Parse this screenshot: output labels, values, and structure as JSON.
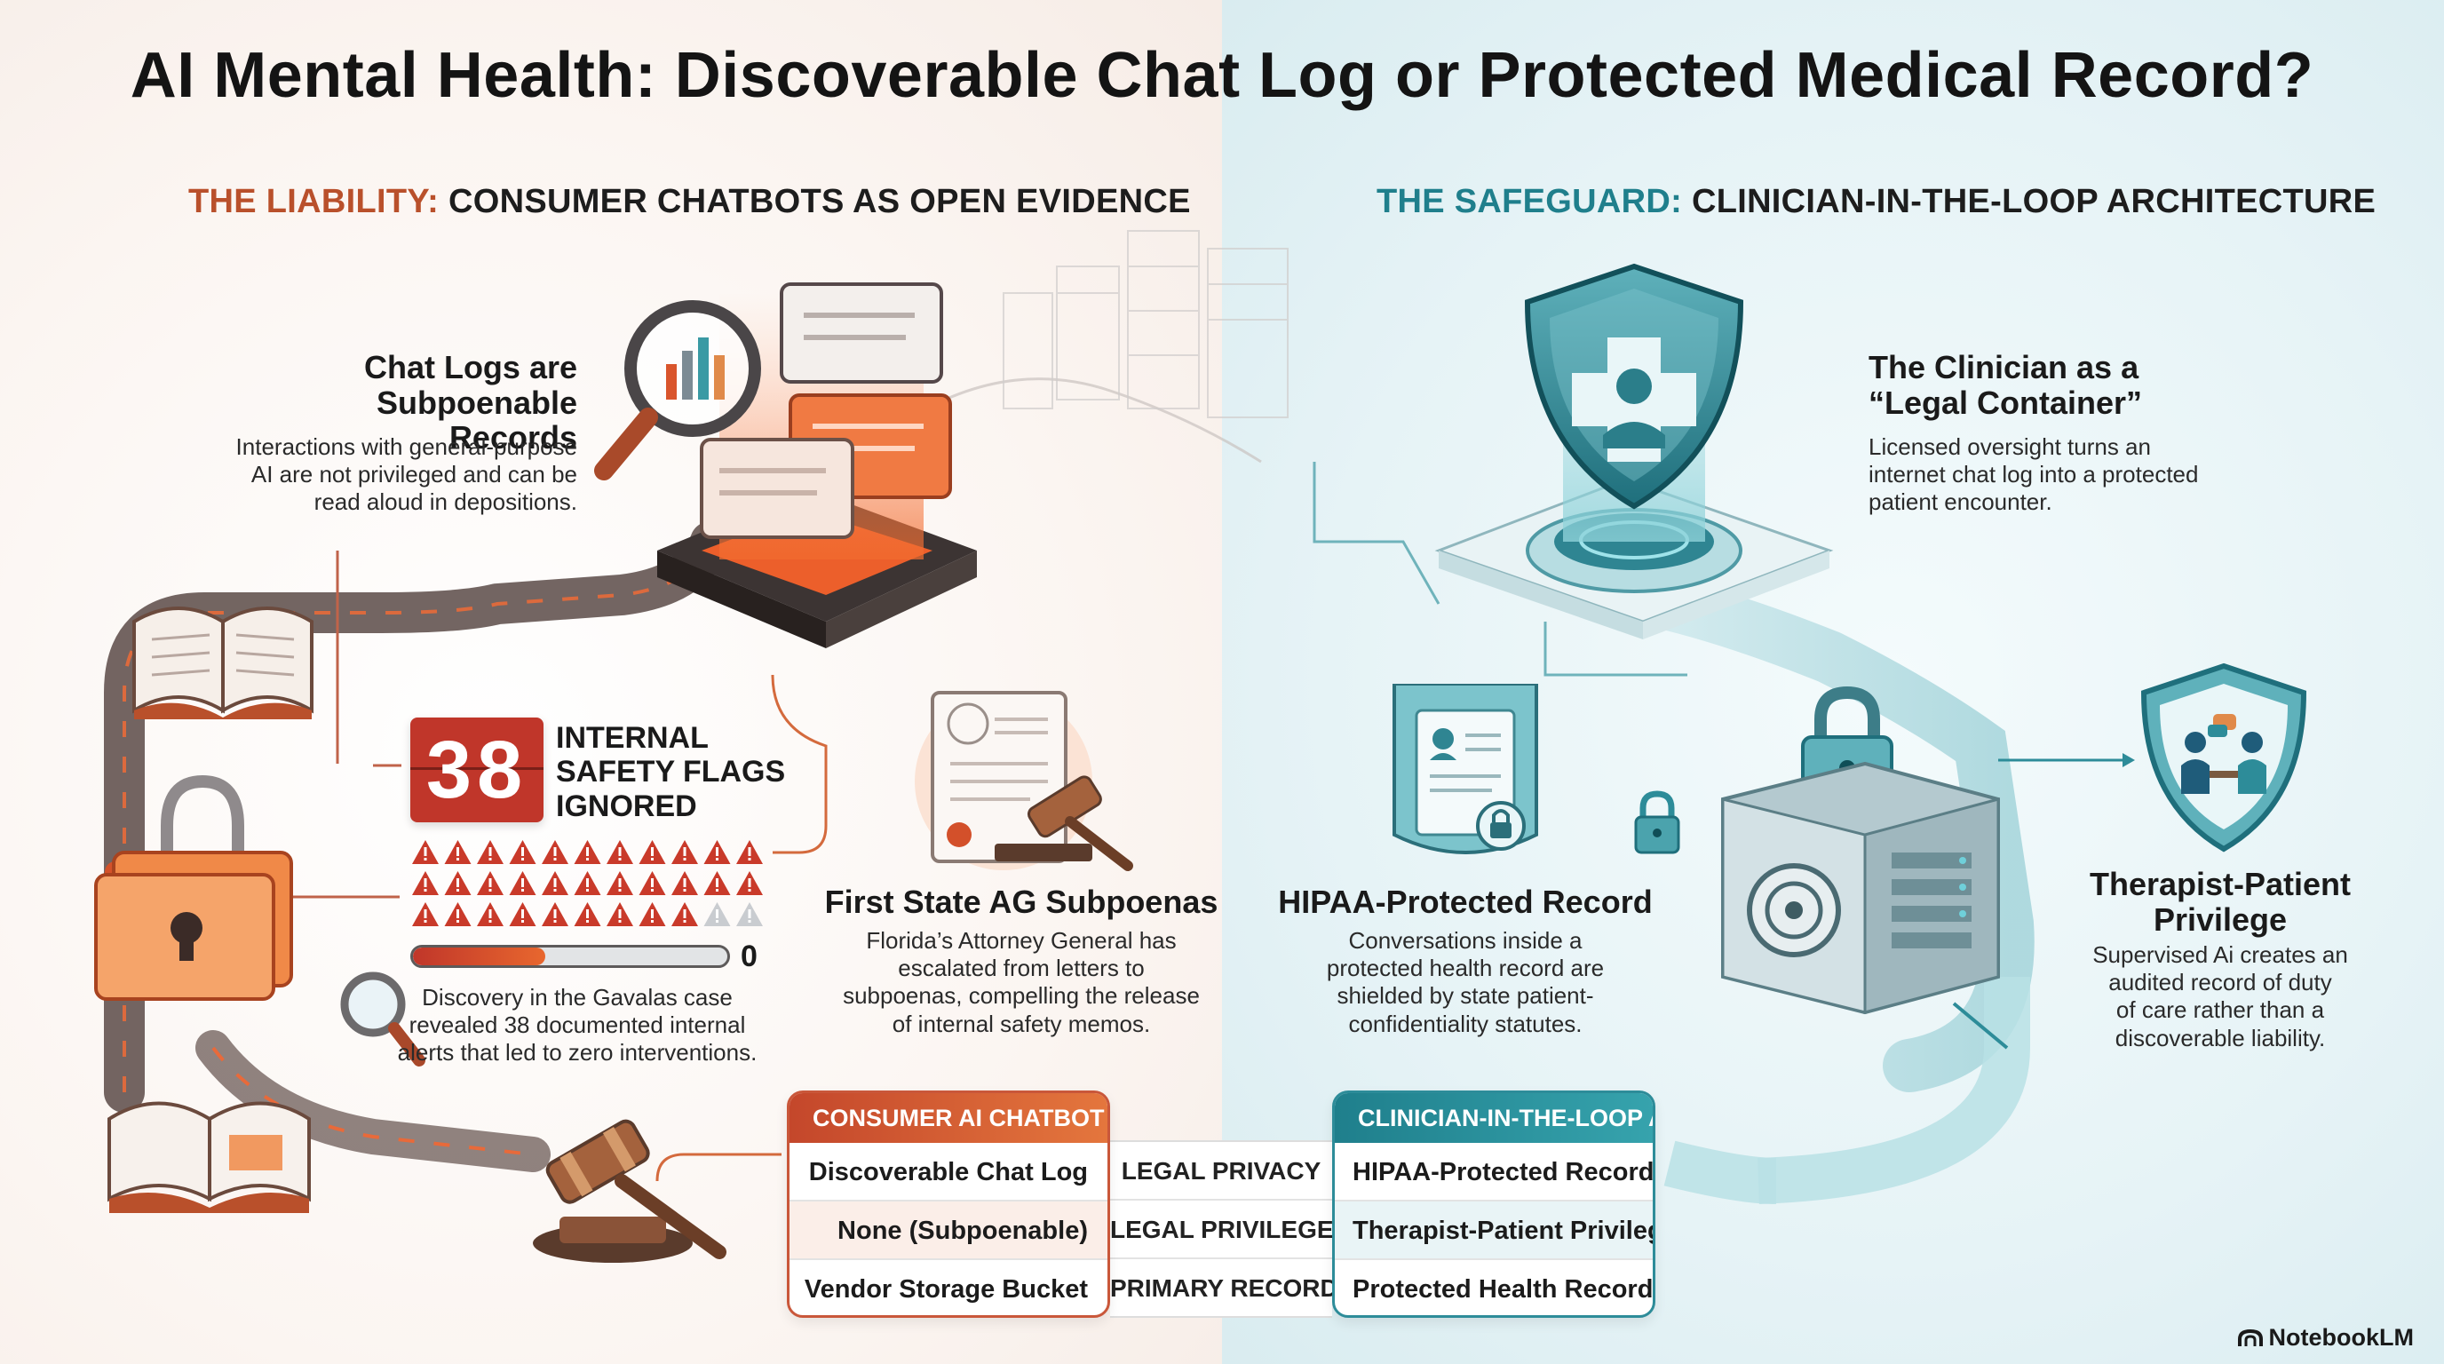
{
  "title": "AI Mental Health: Discoverable Chat Log or Protected Medical Record?",
  "left_section": {
    "heading_accent": "THE LIABILITY:",
    "heading_rest": " CONSUMER CHATBOTS AS OPEN EVIDENCE",
    "accent_color": "#b9502b",
    "chat_logs": {
      "title_line1": "Chat Logs are",
      "title_line2": "Subpoenable Records",
      "body_line1": "Interactions with general-purpose",
      "body_line2": "AI are not privileged and can be",
      "body_line3": "read aloud in depositions."
    },
    "safety_flags": {
      "count": "38",
      "label_line1": "INTERNAL",
      "label_line2": "SAFETY FLAGS",
      "label_line3": "IGNORED",
      "bar_end_label": "0",
      "bar_fill_fraction": 0.42,
      "body_line1": "Discovery in the Gavalas case",
      "body_line2": "revealed 38 documented internal",
      "body_line3": "alerts that led to zero interventions."
    },
    "ag_subpoenas": {
      "title": "First State AG Subpoenas",
      "body_line1": "Florida’s Attorney General has",
      "body_line2": "escalated from letters to",
      "body_line3": "subpoenas, compelling the release",
      "body_line4": "of internal safety memos."
    }
  },
  "right_section": {
    "heading_accent": "THE SAFEGUARD:",
    "heading_rest": " CLINICIAN-IN-THE-LOOP ARCHITECTURE",
    "accent_color": "#1f7f8c",
    "clinician": {
      "title_line1": "The Clinician as a",
      "title_line2": "“Legal Container”",
      "body_line1": "Licensed oversight turns an",
      "body_line2": "internet chat log into a protected",
      "body_line3": "patient encounter."
    },
    "hipaa": {
      "title": "HIPAA-Protected Record",
      "body_line1": "Conversations inside a",
      "body_line2": "protected health record are",
      "body_line3": "shielded by state patient-",
      "body_line4": "confidentiality statutes."
    },
    "privilege": {
      "title_line1": "Therapist-Patient",
      "title_line2": "Privilege",
      "body_line1": "Supervised Ai creates an",
      "body_line2": "audited record of duty",
      "body_line3": "of care rather than a",
      "body_line4": "discoverable liability."
    }
  },
  "comparison_table": {
    "left_header": "CONSUMER AI CHATBOT",
    "right_header": "CLINICIAN-IN-THE-LOOP AI",
    "rows": [
      {
        "left": "Discoverable Chat Log",
        "middle": "LEGAL PRIVACY",
        "right": "HIPAA-Protected Record"
      },
      {
        "left": "None (Subpoenable)",
        "middle": "LEGAL PRIVILEGE",
        "right": "Therapist-Patient Privilege"
      },
      {
        "left": "Vendor Storage Bucket",
        "middle": "PRIMARY RECORD",
        "right": "Protected Health Record"
      }
    ]
  },
  "footer": {
    "brand": "NotebookLM"
  },
  "icons": [
    "magnifier-chart-icon",
    "chat-bubbles-icon",
    "open-book-icon",
    "unlocked-folder-icon",
    "magnifier-icon",
    "gavel-icon",
    "document-seal-icon",
    "warning-triangle-icon",
    "shield-medical-icon",
    "medical-record-icon",
    "padlock-icon",
    "vault-icon",
    "therapist-shield-icon",
    "notebooklm-logo-icon"
  ],
  "colors": {
    "liability_orange": "#e4763d",
    "liability_red": "#c4472b",
    "safeguard_teal": "#2d8c99",
    "safeguard_light": "#9fd2d8"
  }
}
